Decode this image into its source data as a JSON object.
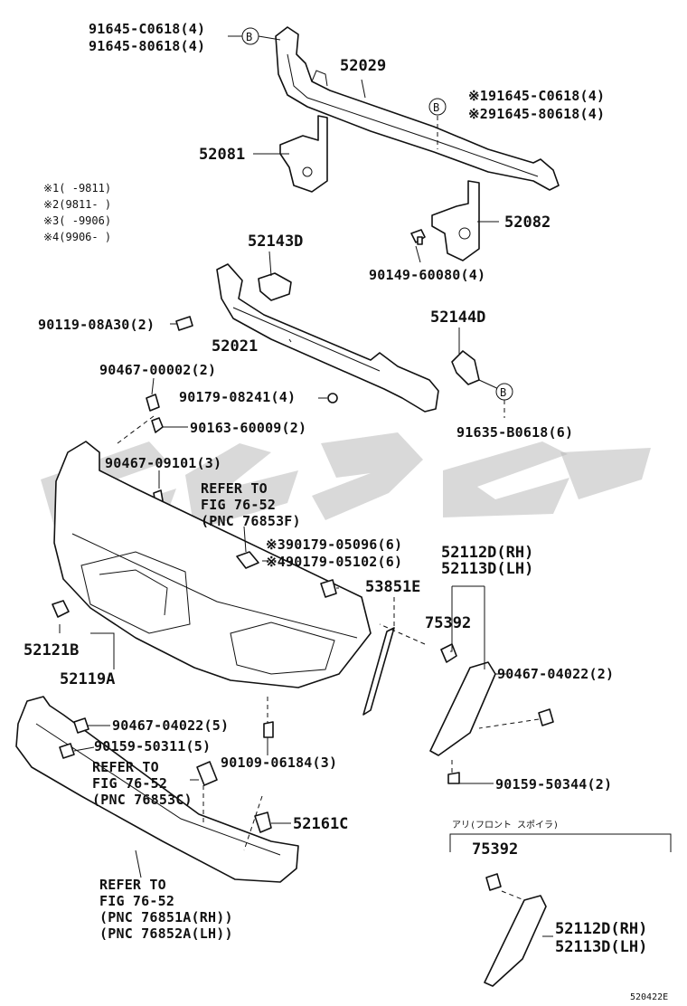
{
  "labels": {
    "l_91645_c0618_top": "91645-C0618(4)",
    "l_91645_80618_top": "91645-80618(4)",
    "l_52029": "52029",
    "l_m1_91645_c0618": "※191645-C0618(4)",
    "l_m2_91645_80618": "※291645-80618(4)",
    "l_52081": "52081",
    "l_52082": "52082",
    "l_90149_60080": "90149-60080(4)",
    "l_52143d": "52143D",
    "l_90119_08a30": "90119-08A30(2)",
    "l_52021": "52021",
    "l_52144d": "52144D",
    "l_90467_00002": "90467-00002(2)",
    "l_90179_08241": "90179-08241(4)",
    "l_90163_60009": "90163-60009(2)",
    "l_91635_b0618": "91635-B0618(6)",
    "l_90467_09101": "90467-09101(3)",
    "l_refer1_a": "REFER TO",
    "l_refer1_b": "FIG 76-52",
    "l_refer1_c": "(PNC 76853F)",
    "l_m3_90179_05096": "※390179-05096(6)",
    "l_m4_90179_05102": "※490179-05102(6)",
    "l_52112d_rh_top": "52112D(RH)",
    "l_52113d_lh_top": "52113D(LH)",
    "l_53851e": "53851E",
    "l_75392_top": "75392",
    "l_52121b": "52121B",
    "l_52119a": "52119A",
    "l_90467_04022_r": "90467-04022(2)",
    "l_90467_04022_l": "90467-04022(5)",
    "l_90159_50311": "90159-50311(5)",
    "l_90109_06184": "90109-06184(3)",
    "l_refer2_a": "REFER TO",
    "l_refer2_b": "FIG 76-52",
    "l_refer2_c": "(PNC 76853C)",
    "l_90159_50344": "90159-50344(2)",
    "l_52161c": "52161C",
    "l_spoiler_header": "アリ(フロント スポイラ)",
    "l_75392_bot": "75392",
    "l_refer3_a": "REFER TO",
    "l_refer3_b": "FIG 76-52",
    "l_refer3_c": "(PNC 76851A(RH))",
    "l_refer3_d": "(PNC 76852A(LH))",
    "l_52112d_rh_bot": "52112D(RH)",
    "l_52113d_lh_bot": "52113D(LH)",
    "l_fig_code": "520422E"
  },
  "notes": {
    "n1": "※1(    -9811)",
    "n2": "※2(9811-    )",
    "n3": "※3(    -9906)",
    "n4": "※4(9906-    )"
  },
  "markers": {
    "b": "B"
  }
}
